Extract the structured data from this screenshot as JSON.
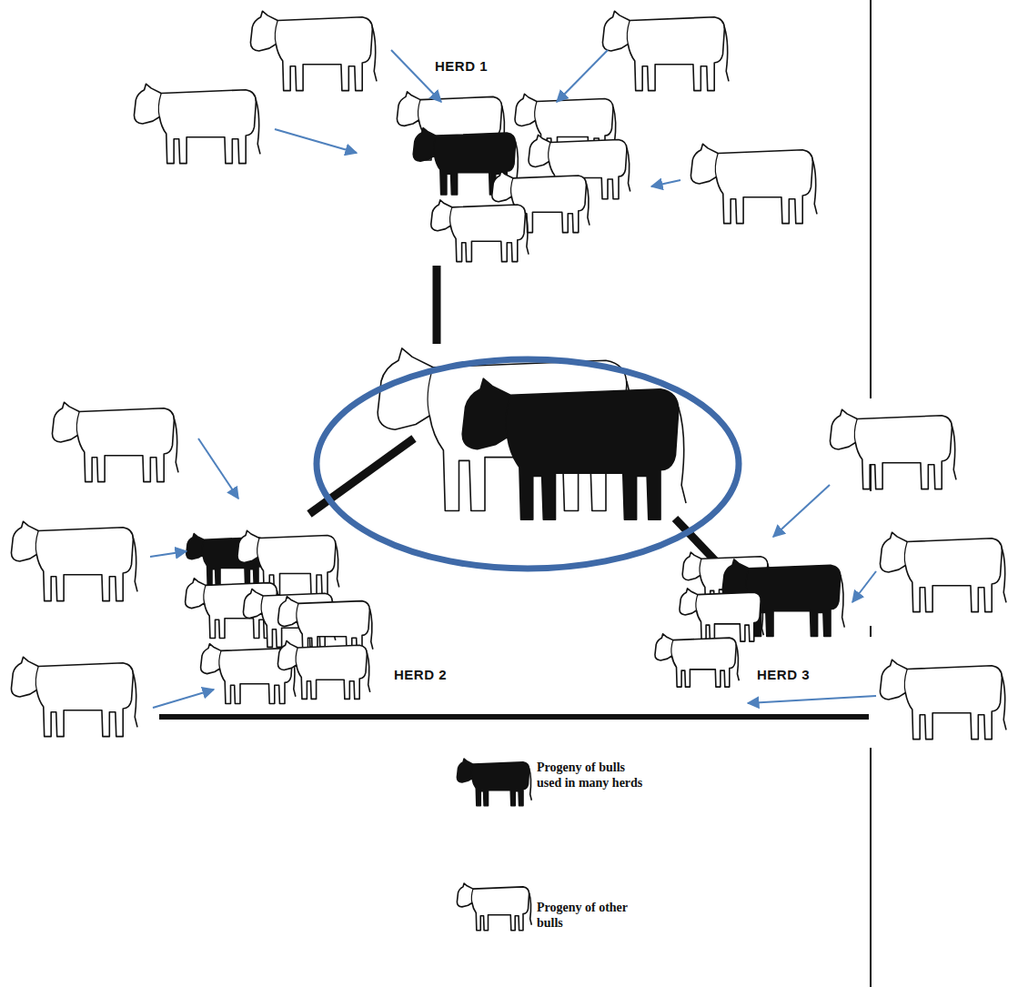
{
  "diagram": {
    "labels": [
      "HERD 1",
      "HERD 2",
      "HERD 3"
    ],
    "legend": [
      {
        "text": "Progeny of bulls used in many herds"
      },
      {
        "text": "Progeny of other bulls"
      }
    ]
  }
}
